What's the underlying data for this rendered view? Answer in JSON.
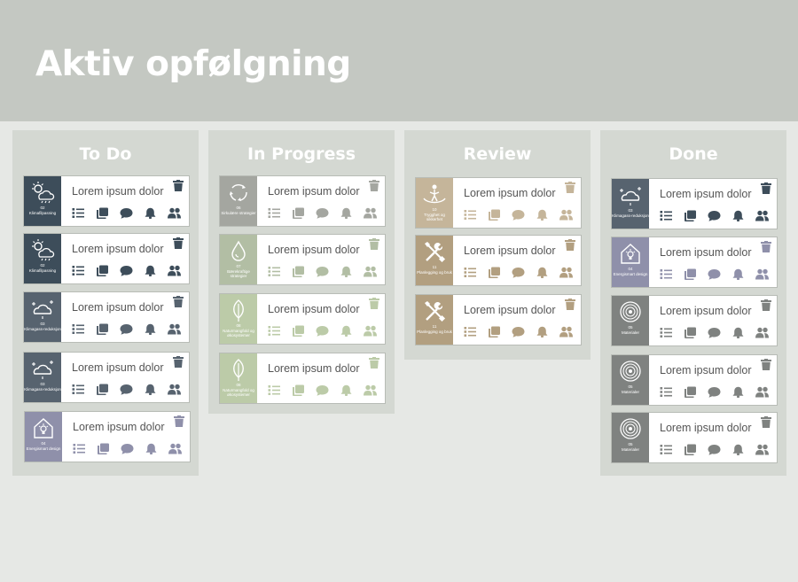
{
  "page": {
    "title": "Aktiv opfølgning"
  },
  "card_title": "Lorem ipsum dolor",
  "colors": {
    "header": "#c4c8c2",
    "column": "#d4d8d2",
    "background": "#e6e8e5",
    "klimafilpasning": "#3d4d5a",
    "klimagas": "#57636f",
    "energismart": "#8f90aa",
    "gray": "#a4a6a0",
    "green": "#bccba8",
    "tan": "#c5b59a",
    "tan_dark": "#b29f80",
    "dark_gray": "#7f8280"
  },
  "columns": [
    {
      "title": "To Do",
      "cards": [
        {
          "num": "02",
          "category": "Klimafilpasning",
          "icon": "sun-cloud-rain-icon",
          "color": "#3d4d5a",
          "fg": "#3d4d5a",
          "opacity": 1
        },
        {
          "num": "02",
          "category": "Klimafilpasning",
          "icon": "sun-cloud-rain-icon",
          "color": "#3d4d5a",
          "fg": "#3d4d5a",
          "opacity": 1
        },
        {
          "num": "03",
          "category": "Klimagass-reduksjon",
          "icon": "cloud-sparkle-icon",
          "color": "#57636f",
          "fg": "#57636f",
          "opacity": 1
        },
        {
          "num": "03",
          "category": "Klimagass-reduksjon",
          "icon": "cloud-sparkle-icon",
          "color": "#57636f",
          "fg": "#57636f",
          "opacity": 1
        },
        {
          "num": "04",
          "category": "Energismart design",
          "icon": "house-lightbulb-icon",
          "color": "#8f90aa",
          "fg": "#8f90aa",
          "opacity": 1
        }
      ]
    },
    {
      "title": "In Progress",
      "cards": [
        {
          "num": "06",
          "category": "Sirkulære strategier",
          "icon": "recycle-icon",
          "color": "#a4a6a0",
          "fg": "#a4a6a0",
          "opacity": 1
        },
        {
          "num": "07",
          "category": "Bærekraftige strategier",
          "icon": "water-drop-icon",
          "color": "#b2bea4",
          "fg": "#b2bea4",
          "opacity": 1
        },
        {
          "num": "08",
          "category": "Naturmangfold og økosystemer",
          "icon": "leaf-icon",
          "color": "#bccba8",
          "fg": "#bccba8",
          "opacity": 1
        },
        {
          "num": "08",
          "category": "Naturmangfold og økosystemer",
          "icon": "leaf-icon",
          "color": "#bccba8",
          "fg": "#bccba8",
          "opacity": 1
        }
      ]
    },
    {
      "title": "Review",
      "cards": [
        {
          "num": "10",
          "category": "Trygghet og sikkerhet",
          "icon": "person-care-icon",
          "color": "#c5b59a",
          "fg": "#c5b59a",
          "opacity": 1
        },
        {
          "num": "11",
          "category": "Planlegging og bruk",
          "icon": "tools-icon",
          "color": "#b29f80",
          "fg": "#b29f80",
          "opacity": 1
        },
        {
          "num": "11",
          "category": "Planlegging og bruk",
          "icon": "tools-icon",
          "color": "#b29f80",
          "fg": "#b29f80",
          "opacity": 1
        }
      ]
    },
    {
      "title": "Done",
      "cards": [
        {
          "num": "03",
          "category": "Klimagass-reduksjon",
          "icon": "cloud-sparkle-icon",
          "color": "#57636f",
          "fg": "#3d4d5a",
          "opacity": 1
        },
        {
          "num": "04",
          "category": "Energismart design",
          "icon": "house-lightbulb-icon",
          "color": "#8f90aa",
          "fg": "#8f90aa",
          "opacity": 1
        },
        {
          "num": "05",
          "category": "Materialer",
          "icon": "tree-rings-icon",
          "color": "#7f8280",
          "fg": "#7f8280",
          "opacity": 1
        },
        {
          "num": "05",
          "category": "Materialer",
          "icon": "tree-rings-icon",
          "color": "#7f8280",
          "fg": "#7f8280",
          "opacity": 1
        },
        {
          "num": "05",
          "category": "Materialer",
          "icon": "tree-rings-icon",
          "color": "#7f8280",
          "fg": "#7f8280",
          "opacity": 1
        }
      ]
    }
  ],
  "card_actions": [
    "checklist-icon",
    "copy-icon",
    "comment-icon",
    "bell-icon",
    "people-icon"
  ]
}
